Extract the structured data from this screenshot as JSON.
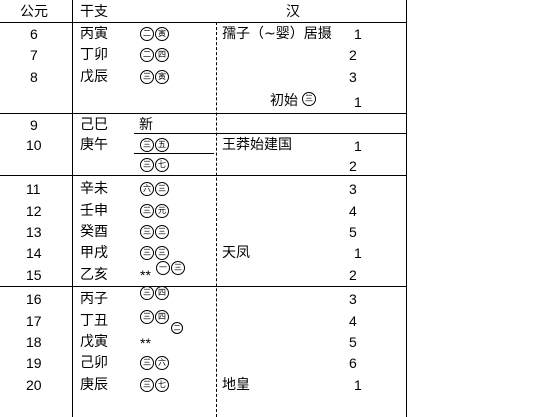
{
  "header": {
    "ad": "公元",
    "ganzhi": "干支",
    "dynasty": "汉"
  },
  "rows": [
    {
      "year": "6",
      "gz": "丙寅",
      "n": "1",
      "note": "孺子（~婴）居摄"
    },
    {
      "year": "7",
      "gz": "丁卯",
      "n": "2"
    },
    {
      "year": "8",
      "gz": "戊辰",
      "n": "3"
    },
    {
      "year": "",
      "gz": "",
      "n": "1",
      "note": "初始"
    },
    {
      "year": "9",
      "gz": "己巳",
      "n": "",
      "reign": "新"
    },
    {
      "year": "10",
      "gz": "庚午",
      "n": "1",
      "note": "王莽始建国"
    },
    {
      "year": "",
      "gz": "",
      "n": "2"
    },
    {
      "year": "11",
      "gz": "辛未",
      "n": "3"
    },
    {
      "year": "12",
      "gz": "壬申",
      "n": "4"
    },
    {
      "year": "13",
      "gz": "癸酉",
      "n": "5"
    },
    {
      "year": "14",
      "gz": "甲戌",
      "n": "1",
      "note": "天凤"
    },
    {
      "year": "15",
      "gz": "乙亥",
      "n": "2",
      "mark": "**"
    },
    {
      "year": "16",
      "gz": "丙子",
      "n": "3"
    },
    {
      "year": "17",
      "gz": "丁丑",
      "n": "4"
    },
    {
      "year": "18",
      "gz": "戊寅",
      "n": "5",
      "mark": "**"
    },
    {
      "year": "19",
      "gz": "己卯",
      "n": "6"
    },
    {
      "year": "20",
      "gz": "庚辰",
      "n": "1",
      "note": "地皇"
    }
  ],
  "glyph_icon": "circled-numeral-icon"
}
